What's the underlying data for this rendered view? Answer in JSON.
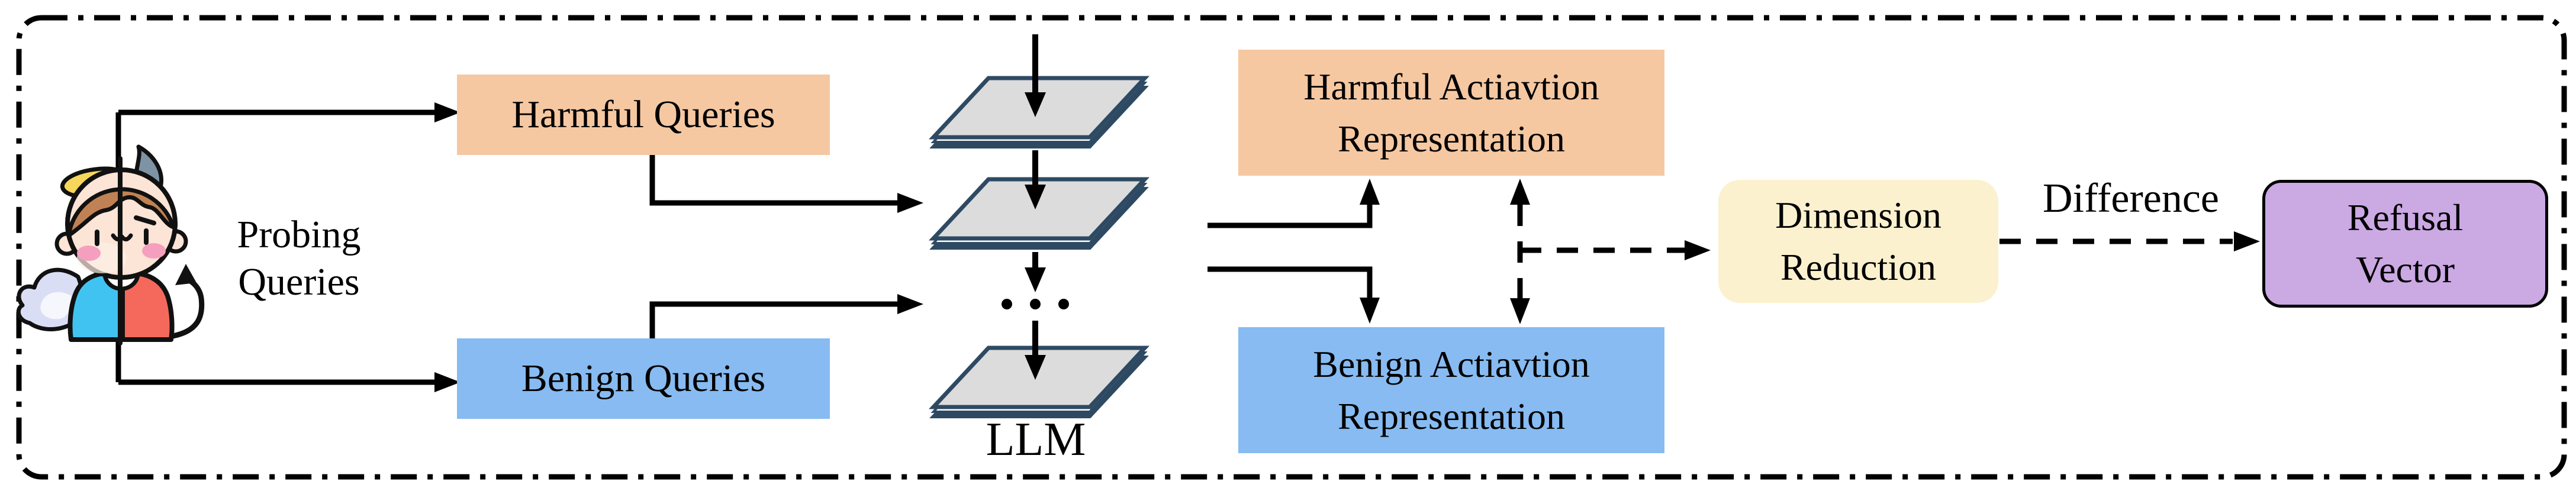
{
  "figure": {
    "title_semantics": "Refusal vector extraction pipeline diagram",
    "probing": {
      "line1": "Probing",
      "line2": "Queries"
    },
    "character": {
      "icon": "angel-devil-child-icon"
    },
    "harmful_queries": {
      "label": "Harmful Queries",
      "color": "#F5C8A2"
    },
    "benign_queries": {
      "label": "Benign Queries",
      "color": "#87BBF1"
    },
    "llm": {
      "label": "LLM",
      "layer_fill": "#DCDCDC",
      "layer_border": "#2E4A63",
      "layer_count_shown": 3,
      "ellipsis": "..."
    },
    "harmful_repr": {
      "line1": "Harmful Actiavtion",
      "line2": "Representation",
      "color": "#F5C8A2"
    },
    "benign_repr": {
      "line1": "Benign Actiavtion",
      "line2": "Representation",
      "color": "#87BBF1"
    },
    "dimension_reduction": {
      "line1": "Dimension",
      "line2": "Reduction",
      "color": "#FBF1CE"
    },
    "difference": {
      "label": "Difference"
    },
    "refusal_vector": {
      "line1": "Refusal",
      "line2": "Vector",
      "color": "#CBA9E3"
    },
    "line_color": "#000000",
    "border_style": "dash-dot rounded rectangle"
  }
}
